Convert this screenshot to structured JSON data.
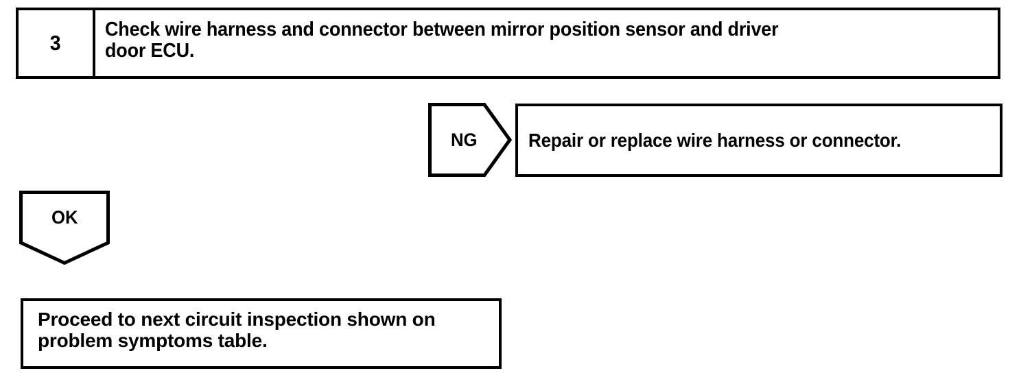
{
  "diagram": {
    "type": "troubleshooting-flowchart",
    "colors": {
      "ink": "#000000",
      "paper": "#ffffff"
    },
    "step": {
      "number": "3",
      "instruction": "Check wire harness and connector between mirror position sensor and driver\ndoor ECU."
    },
    "branches": {
      "ng": {
        "label": "NG",
        "shape": "pentagon-arrow-right",
        "result": "Repair or replace wire harness or connector."
      },
      "ok": {
        "label": "OK",
        "shape": "pentagon-arrow-down",
        "result": "Proceed to next circuit inspection shown on\nproblem symptoms table."
      }
    }
  }
}
